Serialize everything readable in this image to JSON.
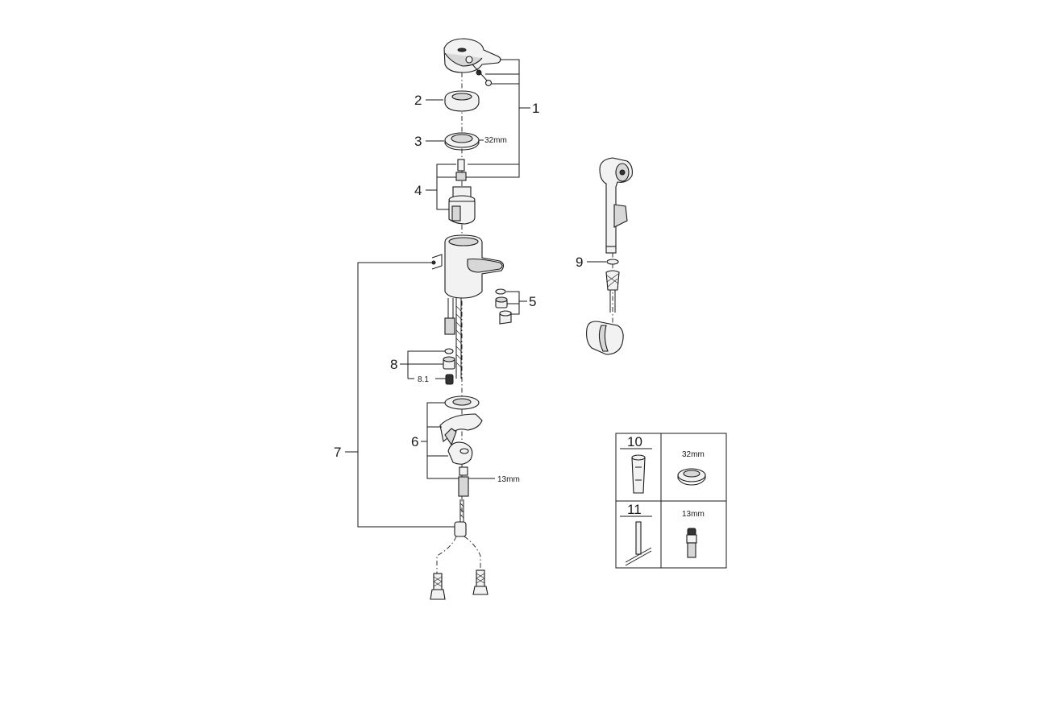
{
  "diagram": {
    "callouts": {
      "c1": "1",
      "c2": "2",
      "c3": "3",
      "c4": "4",
      "c5": "5",
      "c6": "6",
      "c7": "7",
      "c8": "8",
      "c8_1": "8.1",
      "c9": "9"
    },
    "dimensions": {
      "nut_32": "32mm",
      "nut_13": "13mm"
    },
    "accessory_table": {
      "row1_number": "10",
      "row1_size": "32mm",
      "row2_number": "11",
      "row2_size": "13mm"
    }
  }
}
